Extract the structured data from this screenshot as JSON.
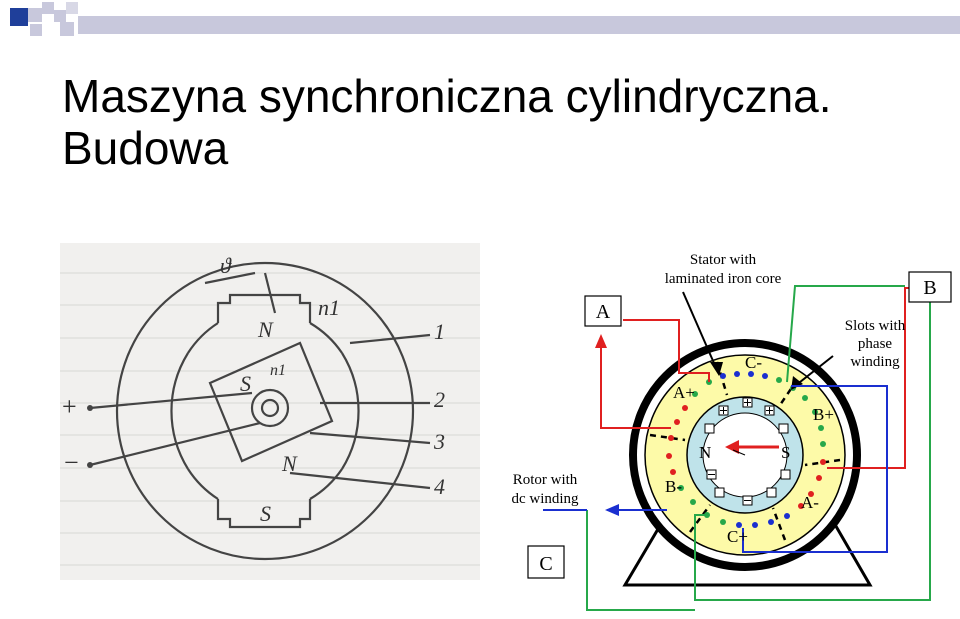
{
  "slide": {
    "title_line1": "Maszyna synchroniczna cylindryczna.",
    "title_line2": "Budowa"
  },
  "scan": {
    "labels": {
      "theta": "ϑ",
      "n1": "n1",
      "n1_inner": "n1",
      "N_top": "N",
      "S_rotor": "S",
      "N_rotor": "N",
      "S_bottom": "S",
      "num1": "1",
      "num2": "2",
      "num3": "3",
      "num4": "4",
      "plus": "+",
      "minus": "−"
    }
  },
  "schematic": {
    "stator_label_l1": "Stator with",
    "stator_label_l2": "laminated iron core",
    "slots_label_l1": "Slots with",
    "slots_label_l2": "phase",
    "slots_label_l3": "winding",
    "rotor_label_l1": "Rotor with",
    "rotor_label_l2": "dc winding",
    "box_A": "A",
    "box_B": "B",
    "box_C": "C",
    "phase_C_minus": "C-",
    "phase_A_plus": "A+",
    "phase_B_plus": "B+",
    "phase_B_minus": "B-",
    "phase_A_minus": "A-",
    "phase_C_plus": "C+",
    "pole_N": "N",
    "pole_S": "S"
  },
  "colors": {
    "phase_A": "#e02020",
    "phase_B": "#1a2fd0",
    "phase_C": "#26a84a",
    "stator_fill": "#fdfaa8",
    "rotor_fill": "#bfe3ea",
    "deco_blue": "#1f3f9a",
    "deco_gray": "#c8c8dc"
  }
}
